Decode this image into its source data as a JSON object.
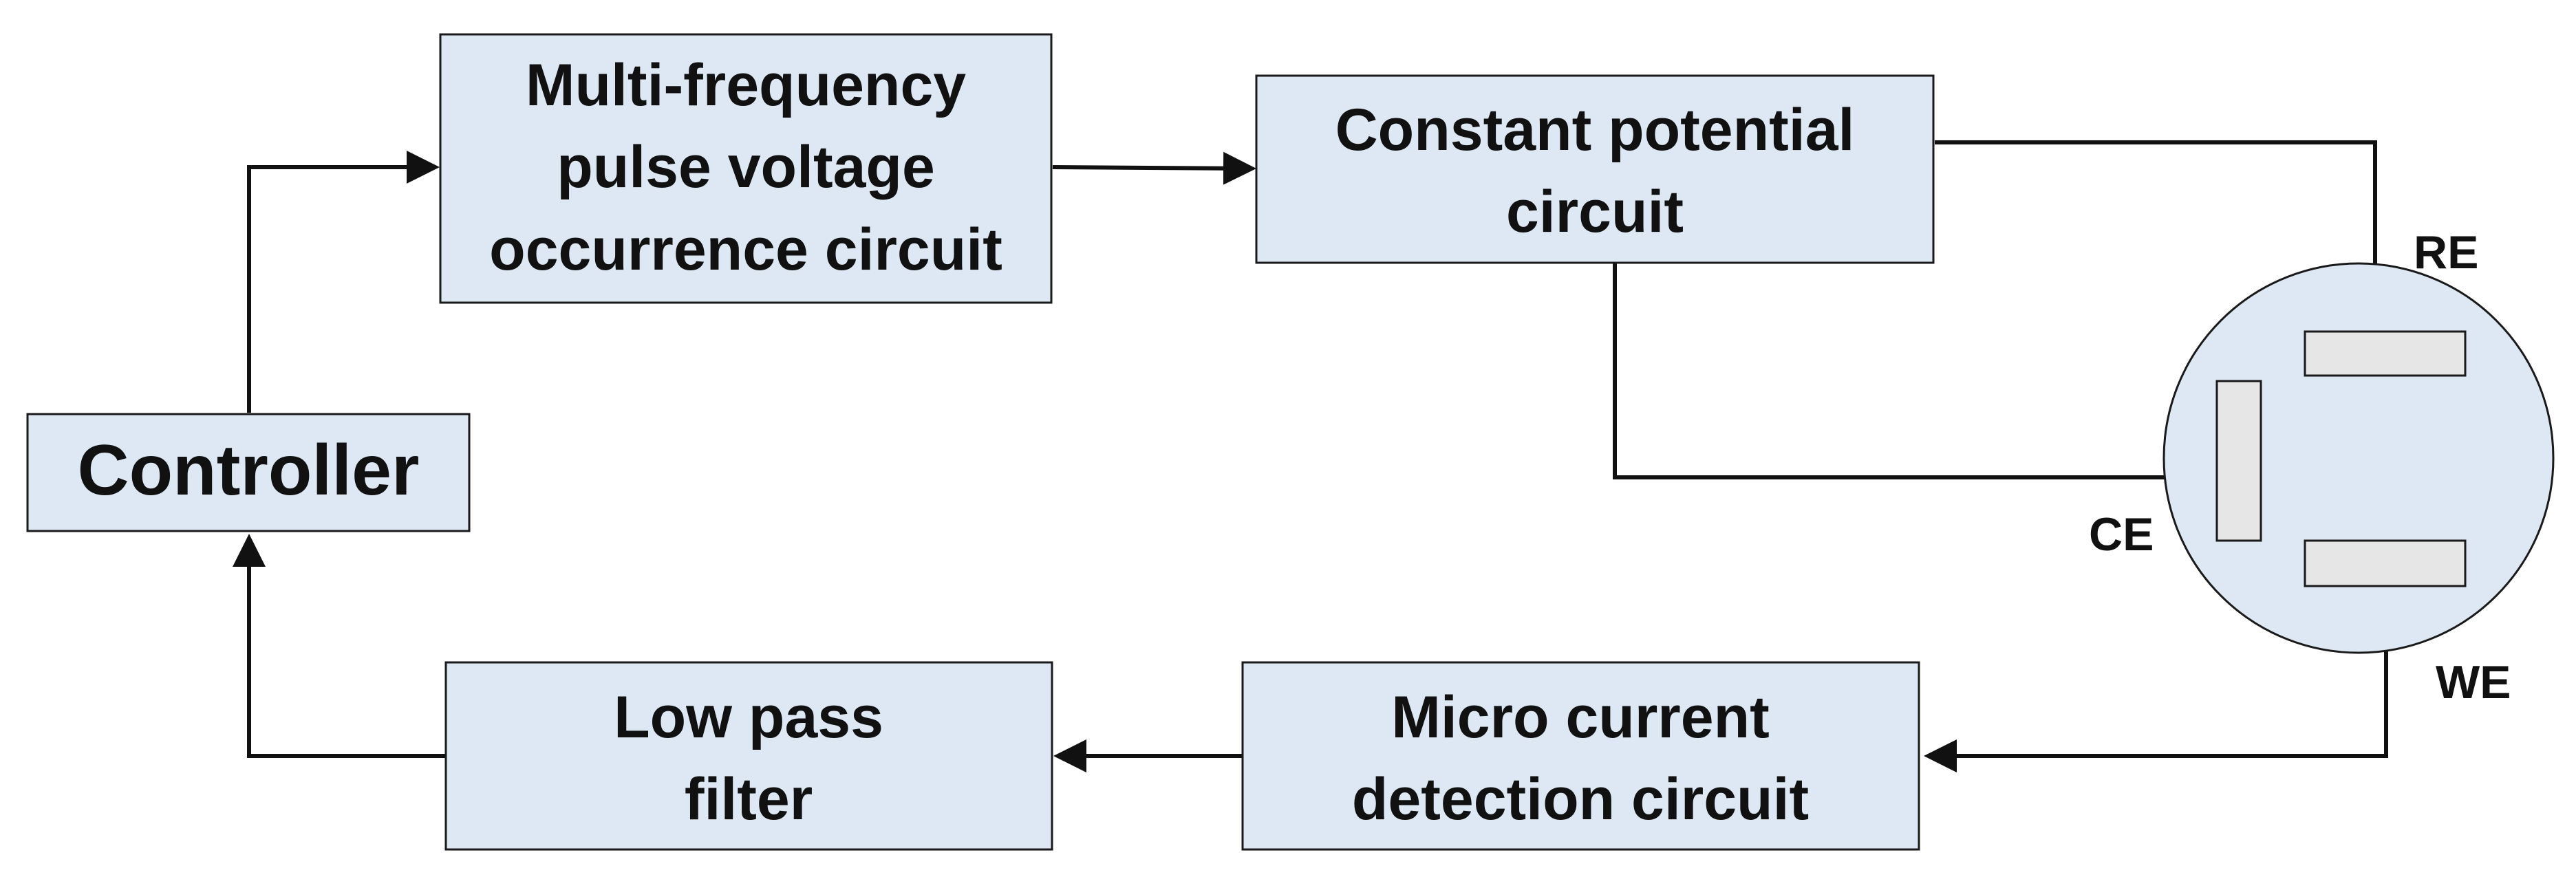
{
  "blocks": {
    "controller": {
      "lines": [
        "Controller"
      ]
    },
    "pulse_generator": {
      "lines": [
        "Multi-frequency",
        "pulse voltage",
        "occurrence circuit"
      ]
    },
    "potentiostat": {
      "lines": [
        "Constant potential",
        "circuit"
      ]
    },
    "low_pass_filter": {
      "lines": [
        "Low pass",
        "filter"
      ]
    },
    "current_detector": {
      "lines": [
        "Micro current",
        "detection circuit"
      ]
    }
  },
  "electrodes": {
    "reference": "RE",
    "counter": "CE",
    "working": "WE"
  },
  "colors": {
    "block_fill": "#dde8f4",
    "sensor_fill": "#dde8f4",
    "electrode_fill": "#e6e6e6",
    "line": "#111111"
  }
}
